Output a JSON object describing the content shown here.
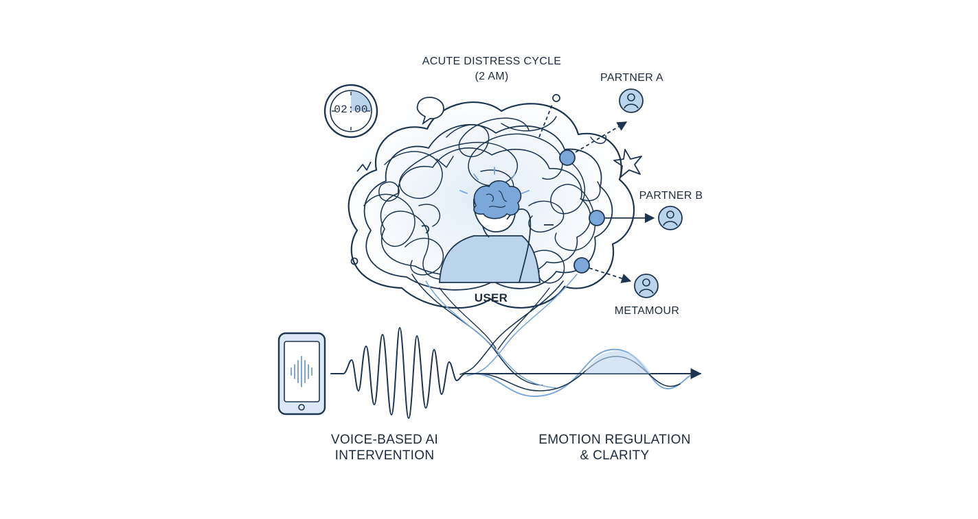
{
  "diagram": {
    "title_line1": "ACUTE DISTRESS CYCLE",
    "title_line2": "(2 AM)",
    "clock_time": "02:00",
    "user_label": "USER",
    "partners": [
      {
        "label": "PARTNER A"
      },
      {
        "label": "PARTNER B"
      },
      {
        "label": "METAMOUR"
      }
    ],
    "intervention_line1": "VOICE-BASED AI",
    "intervention_line2": "INTERVENTION",
    "outcome_line1": "EMOTION REGULATION",
    "outcome_line2": "& CLARITY",
    "icons": [
      "clock-icon",
      "alert-bubble-icon",
      "brain-icon",
      "person-icon",
      "phone-icon",
      "waveform-icon",
      "user-avatar-icon"
    ],
    "colors": {
      "stroke": "#1d3550",
      "accent": "#7ba7d9",
      "light": "#dce8f5"
    }
  }
}
